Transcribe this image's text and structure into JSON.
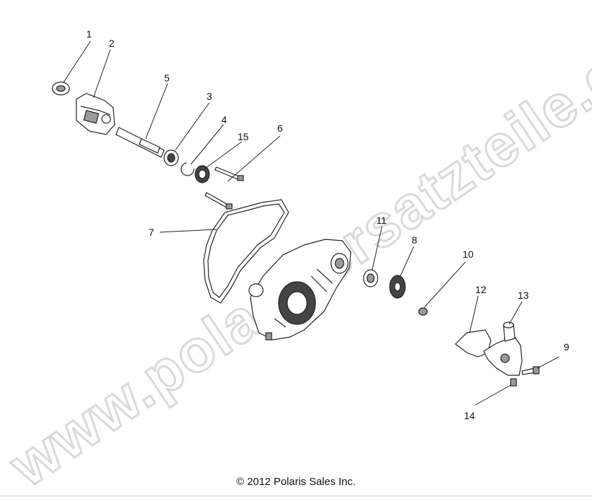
{
  "watermark": "www.polarisersatzteile.de",
  "copyright": "© 2012 Polaris Sales Inc.",
  "callouts": [
    "1",
    "2",
    "3",
    "4",
    "5",
    "6",
    "7",
    "8",
    "9",
    "10",
    "11",
    "12",
    "13",
    "14",
    "15"
  ]
}
